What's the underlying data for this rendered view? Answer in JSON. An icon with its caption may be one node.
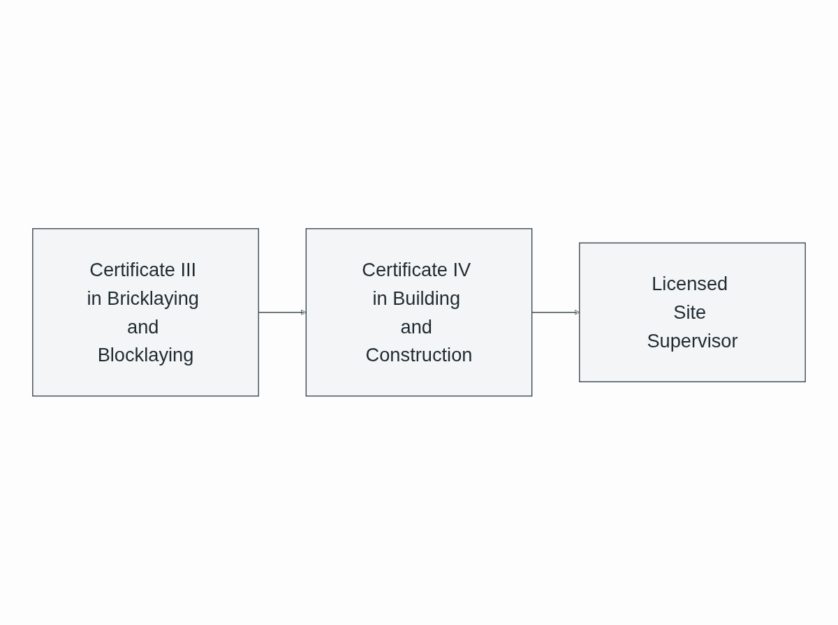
{
  "diagram": {
    "nodes": [
      {
        "text": [
          "Certificate III in Bricklaying and Blocklaying"
        ]
      },
      {
        "text": [
          "Certificate IV in Building and Construction"
        ]
      },
      {
        "text": [
          "Licensed Site Supervisor"
        ]
      }
    ],
    "edges": [
      {
        "from": 0,
        "to": 1,
        "arrow": "to"
      },
      {
        "from": 1,
        "to": 2,
        "arrow": "to"
      }
    ]
  }
}
